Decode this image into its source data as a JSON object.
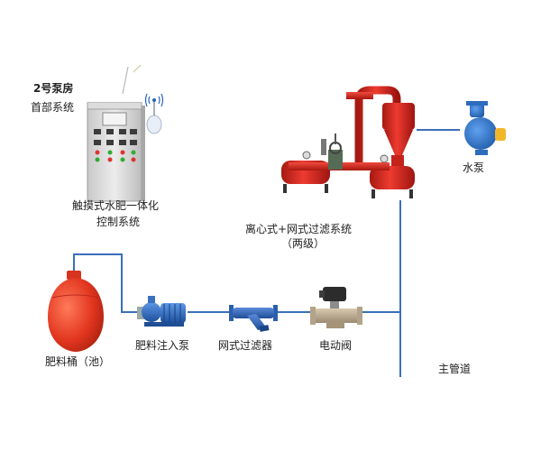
{
  "pump_room": {
    "title": "2号泵房",
    "subtitle": "首部系统"
  },
  "cabinet": {
    "label_line1": "触摸式水肥一体化",
    "label_line2": "控制系统",
    "icon": "control-cabinet-icon"
  },
  "filter_system": {
    "label_line1": "离心式+网式过滤系统",
    "label_line2": "（两级）",
    "icon": "centrifugal-filter-icon"
  },
  "water_pump": {
    "label": "水泵",
    "icon": "water-pump-icon"
  },
  "fertilizer_tank": {
    "label": "肥料桶（池）",
    "icon": "tank-icon"
  },
  "injection_pump": {
    "label": "肥料注入泵",
    "icon": "injection-pump-icon"
  },
  "mesh_filter": {
    "label": "网式过滤器",
    "icon": "y-filter-icon"
  },
  "valve": {
    "label": "电动阀",
    "icon": "solenoid-valve-icon"
  },
  "main_pipe": {
    "label": "主管道"
  },
  "antenna": {
    "icon": "wireless-antenna-icon"
  },
  "colors": {
    "pipe": "#3b6fb8",
    "red": "#d8261c",
    "blue_pump": "#2f6fc0"
  }
}
